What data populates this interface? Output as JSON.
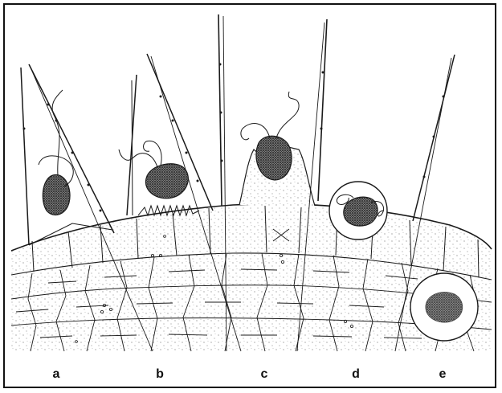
{
  "figure": {
    "stroke_color": "#1a1a1a",
    "background_color": "#ffffff",
    "labels": [
      {
        "id": "a",
        "text": "a"
      },
      {
        "id": "b",
        "text": "b"
      },
      {
        "id": "c",
        "text": "c"
      },
      {
        "id": "d",
        "text": "d"
      },
      {
        "id": "e",
        "text": "e"
      }
    ]
  }
}
